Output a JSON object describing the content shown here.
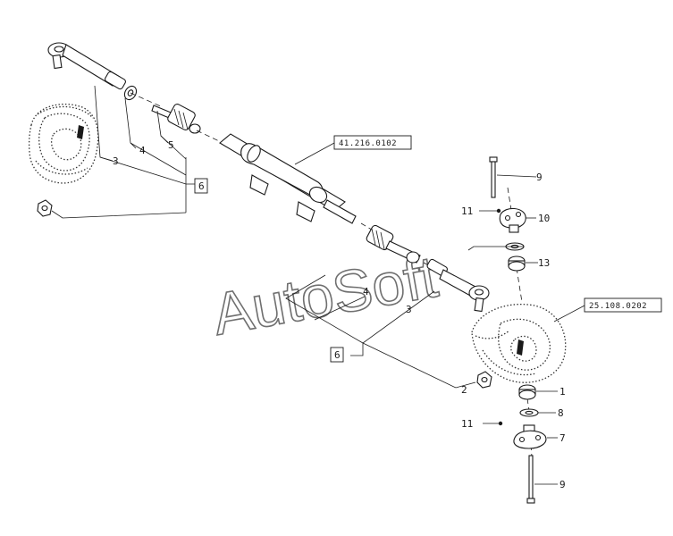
{
  "diagram": {
    "references": {
      "upper_ref": "41.216.0102",
      "right_ref": "25.108.0202"
    },
    "callouts": {
      "c3_top": "3",
      "c4_top": "4",
      "c5_top": "5",
      "c6_top": "6",
      "c9_top": "9",
      "c11_top": "11",
      "c10": "10",
      "c13": "13",
      "c4_mid": "4",
      "c3_mid": "3",
      "c6_mid": "6",
      "c2": "2",
      "c1": "1",
      "c11_bot": "11",
      "c8": "8",
      "c7": "7",
      "c9_bot": "9"
    },
    "watermark": "AutoSoft"
  }
}
